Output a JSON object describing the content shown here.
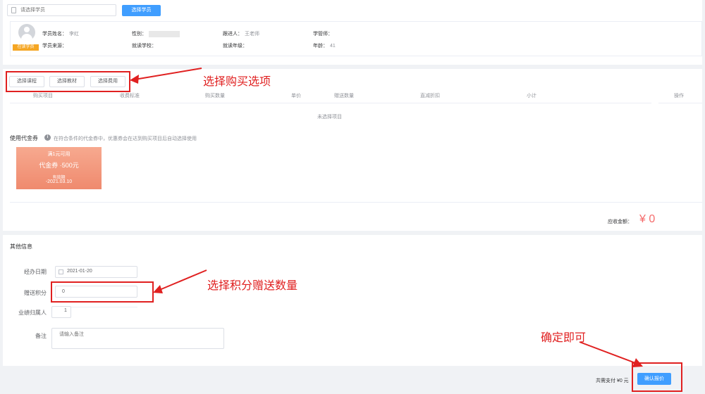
{
  "search": {
    "placeholder": "请选择学员",
    "button_label": "选择学员"
  },
  "student": {
    "status_tag": "在读学员",
    "fields": [
      {
        "label": "学员姓名：",
        "value": "李红"
      },
      {
        "label": "性别：",
        "value": ""
      },
      {
        "label": "跟进人：",
        "value": "王老师"
      },
      {
        "label": "学管师：",
        "value": ""
      },
      {
        "label": "学员来源：",
        "value": ""
      },
      {
        "label": "就读学校：",
        "value": ""
      },
      {
        "label": "就读年级：",
        "value": ""
      },
      {
        "label": "年龄：",
        "value": "41"
      }
    ]
  },
  "purchase": {
    "buttons": [
      "选择课程",
      "选择教材",
      "选择费用"
    ],
    "columns": [
      "购买项目",
      "收费标准",
      "购买数量",
      "单价",
      "赠送数量",
      "直减折扣",
      "小计",
      "操作"
    ],
    "empty_text": "未选择项目",
    "voucher_title": "使用代金券",
    "voucher_tip": "在符合条件的代金券中，优惠券会在达到购买项目后自动选择使用",
    "voucher": {
      "line1": "满1元可用",
      "line2": "代金券 ·500元",
      "line3": "有效期",
      "line4": "-2021.03.10"
    },
    "total_label": "应收金额：",
    "total_value": "¥ 0"
  },
  "other": {
    "section_title": "其他信息",
    "date_label": "经办日期",
    "date_value": "2021-01-20",
    "points_label": "赠送积分",
    "points_value": "0",
    "owner_label": "业绩归属人",
    "owner_value": "1",
    "remark_label": "备注",
    "remark_placeholder": "请输入备注"
  },
  "footer": {
    "summary": "共需支付 ¥0 元",
    "confirm_label": "确认报价"
  },
  "annotations": {
    "select_items": "选择购买选项",
    "select_points": "选择积分赠送数量",
    "confirm": "确定即可"
  },
  "colors": {
    "primary": "#409eff",
    "annotation": "#e02020",
    "total": "#f56c6c",
    "status_tag": "#f5a623"
  }
}
